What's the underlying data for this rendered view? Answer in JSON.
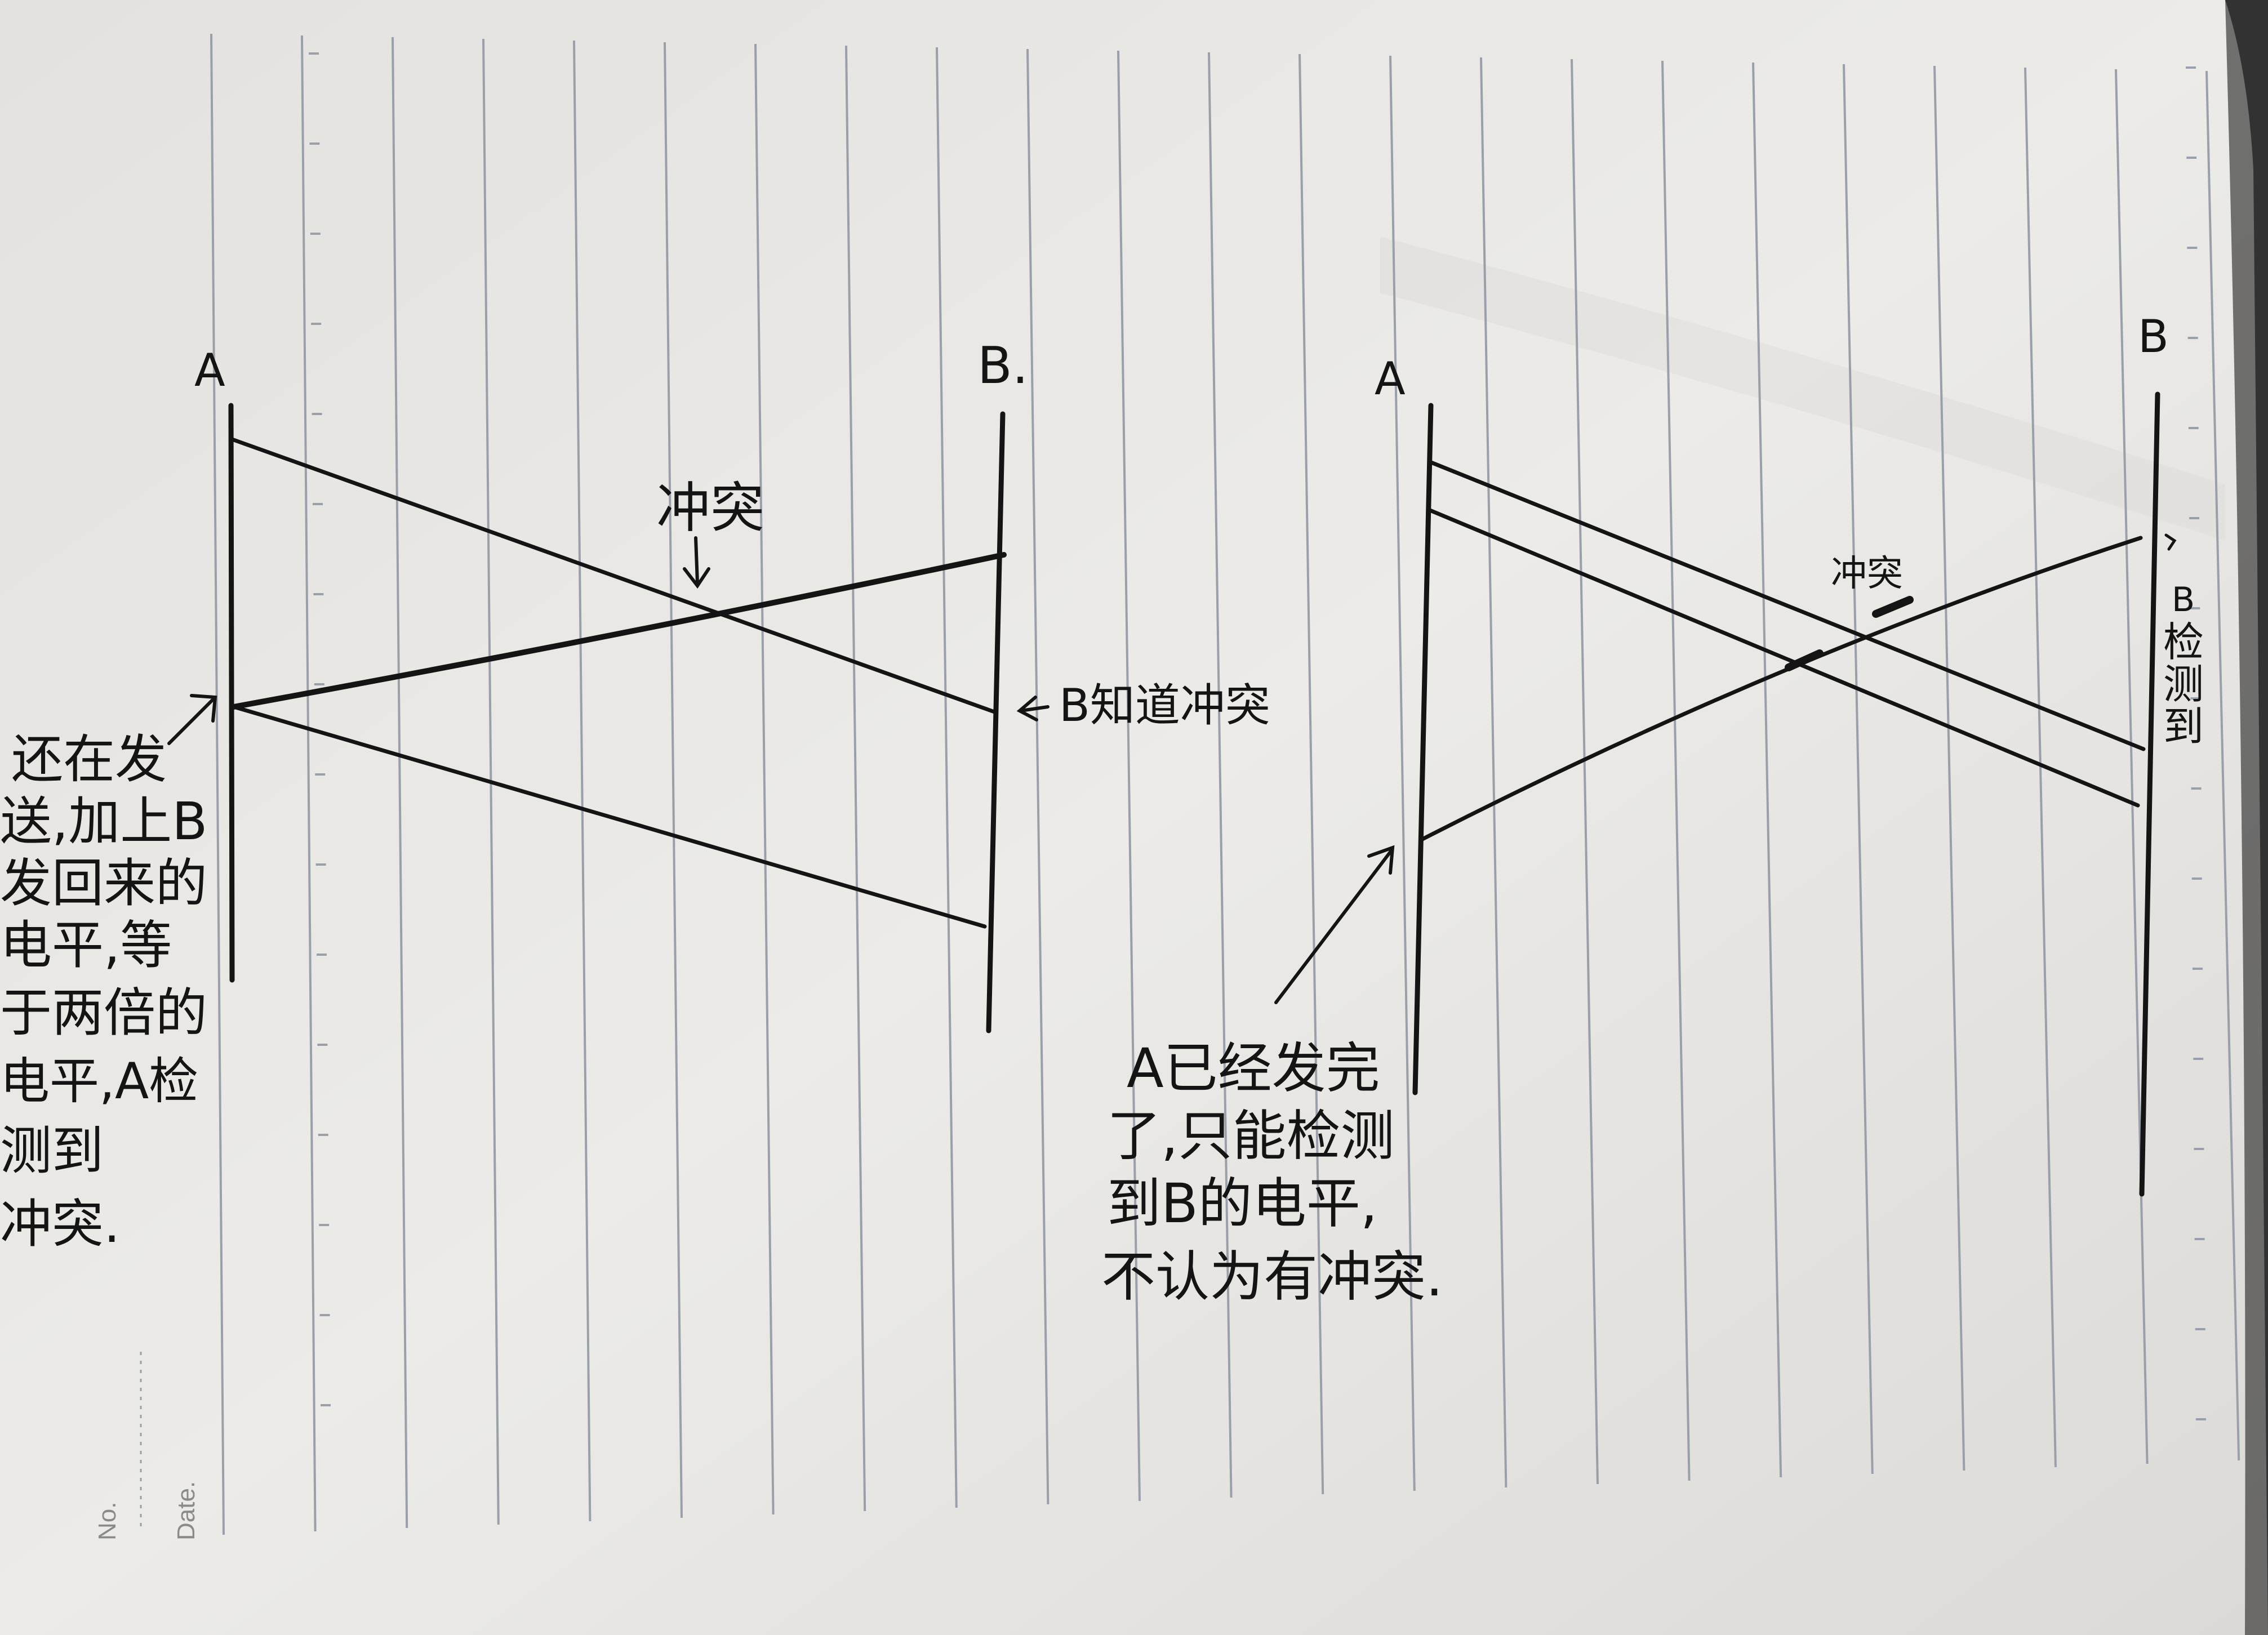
{
  "margin_labels": {
    "no": "No.",
    "date": "Date."
  },
  "left_diagram": {
    "node_a": "A",
    "node_b": "B.",
    "collision_label": "冲突",
    "b_detect_label": "B知道冲突",
    "note_lines": [
      "还在发",
      "送,加上B",
      "发回来的",
      "电平,等",
      "于两倍的",
      "电平,A检",
      "测到",
      "冲突."
    ]
  },
  "right_diagram": {
    "node_a": "A",
    "node_b": "B",
    "collision_label": "冲突",
    "b_detect_lines": [
      "B",
      "检",
      "测",
      "到"
    ],
    "note_lines": [
      "A已经发完",
      "了,只能检测",
      "到B的电平,",
      "不认为有冲突."
    ]
  },
  "colors": {
    "paper": "#e9e7e3",
    "rule": "#9aa0ab",
    "ink": "#141414",
    "background": "#1e1e1e"
  }
}
